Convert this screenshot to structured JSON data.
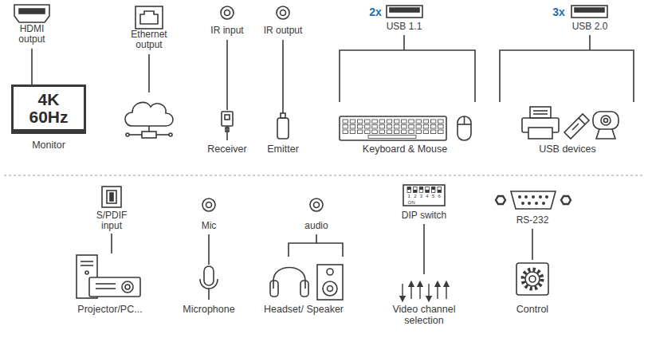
{
  "diagram": {
    "nodes": [
      {
        "text": [
          "4K 60Hz",
          "Monitor"
        ]
      }
    ],
    "labels": [
      "HDMI output",
      "Ethernet output",
      "IR input",
      "IR output",
      "2x",
      "USB 1.1",
      "3x",
      "USB 2.0",
      "Receiver",
      "Emitter",
      "Keyboard & Mouse",
      "USB devices",
      "S/PDIF input",
      "Mic",
      "audio",
      "DIP switch",
      "1",
      "2",
      "3",
      "4",
      "5",
      "6",
      "ON",
      "RS-232",
      "Projector/PC...",
      "Microphone",
      "Headset/ Speaker",
      "Video channel selection",
      "Control"
    ]
  }
}
